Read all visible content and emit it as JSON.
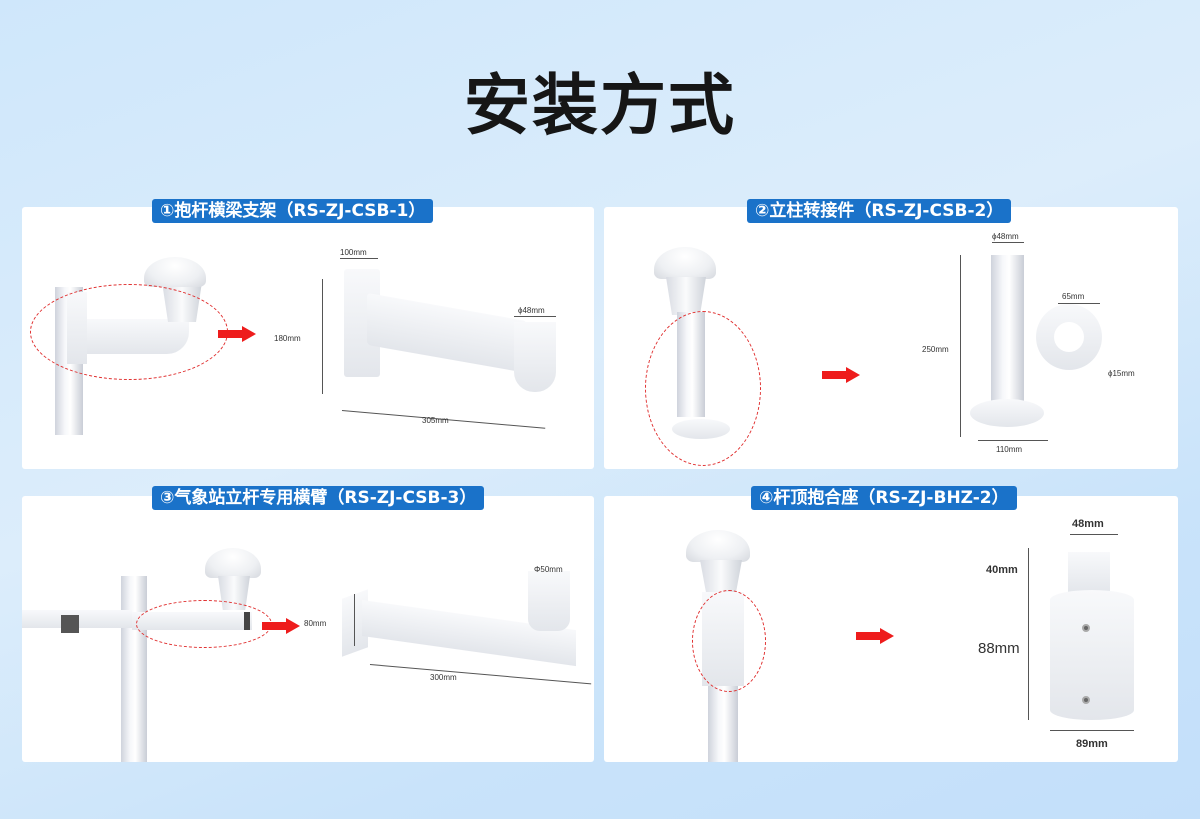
{
  "page_title": "安装方式",
  "panels": [
    {
      "tag": "①抱杆横梁支架（RS-ZJ-CSB-1）",
      "dimensions": {
        "width_top": "100mm",
        "height": "180mm",
        "length": "305mm",
        "tube_diameter": "ϕ48mm"
      }
    },
    {
      "tag": "②立柱转接件（RS-ZJ-CSB-2）",
      "dimensions": {
        "tube_diameter": "ϕ48mm",
        "height": "250mm",
        "base_width": "110mm",
        "hole_spacing": "65mm",
        "hole_diameter": "ϕ15mm"
      }
    },
    {
      "tag": "③气象站立杆专用横臂（RS-ZJ-CSB-3）",
      "dimensions": {
        "height": "80mm",
        "length": "300mm",
        "cup_diameter": "Φ50mm"
      }
    },
    {
      "tag": "④杆顶抱合座（RS-ZJ-BHZ-2）",
      "dimensions": {
        "top_diameter": "48mm",
        "top_height": "40mm",
        "body_height": "88mm",
        "body_diameter": "89mm"
      }
    }
  ],
  "colors": {
    "tag_bg": "#1a72c9",
    "arrow": "#ee1c1c",
    "highlight_ellipse": "#e03030",
    "background": "#d4eafb"
  }
}
